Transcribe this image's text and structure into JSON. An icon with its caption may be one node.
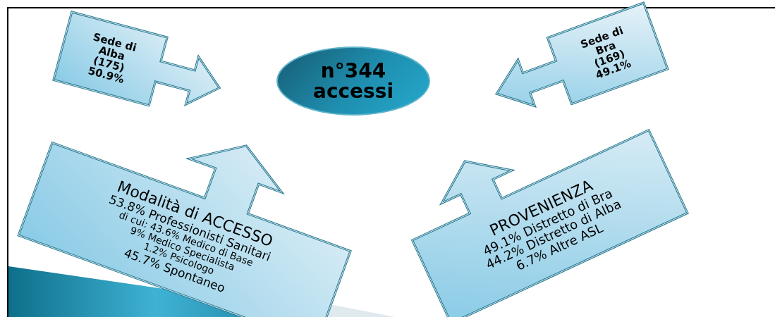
{
  "diagram": {
    "nodes": [
      {
        "text": [
          "n°344 accessi"
        ]
      },
      {
        "text": [
          "Sede di Alba (175) 50.9%"
        ]
      },
      {
        "text": [
          "Sede di Bra (169) 49.1%"
        ]
      },
      {
        "text": [
          "Modalità di ACCESSO",
          "53.8% Professionisti Sanitari",
          "di cui: 43.6% Medico di Base",
          "9% Medico Specialista",
          "1.2% Psicologo",
          "45.7% Spontaneo"
        ]
      },
      {
        "text": [
          "PROVENIENZA",
          "49.1% Distretto di Bra",
          "44.2% Distretto di Alba",
          "6.7% Altre ASL"
        ]
      }
    ]
  }
}
